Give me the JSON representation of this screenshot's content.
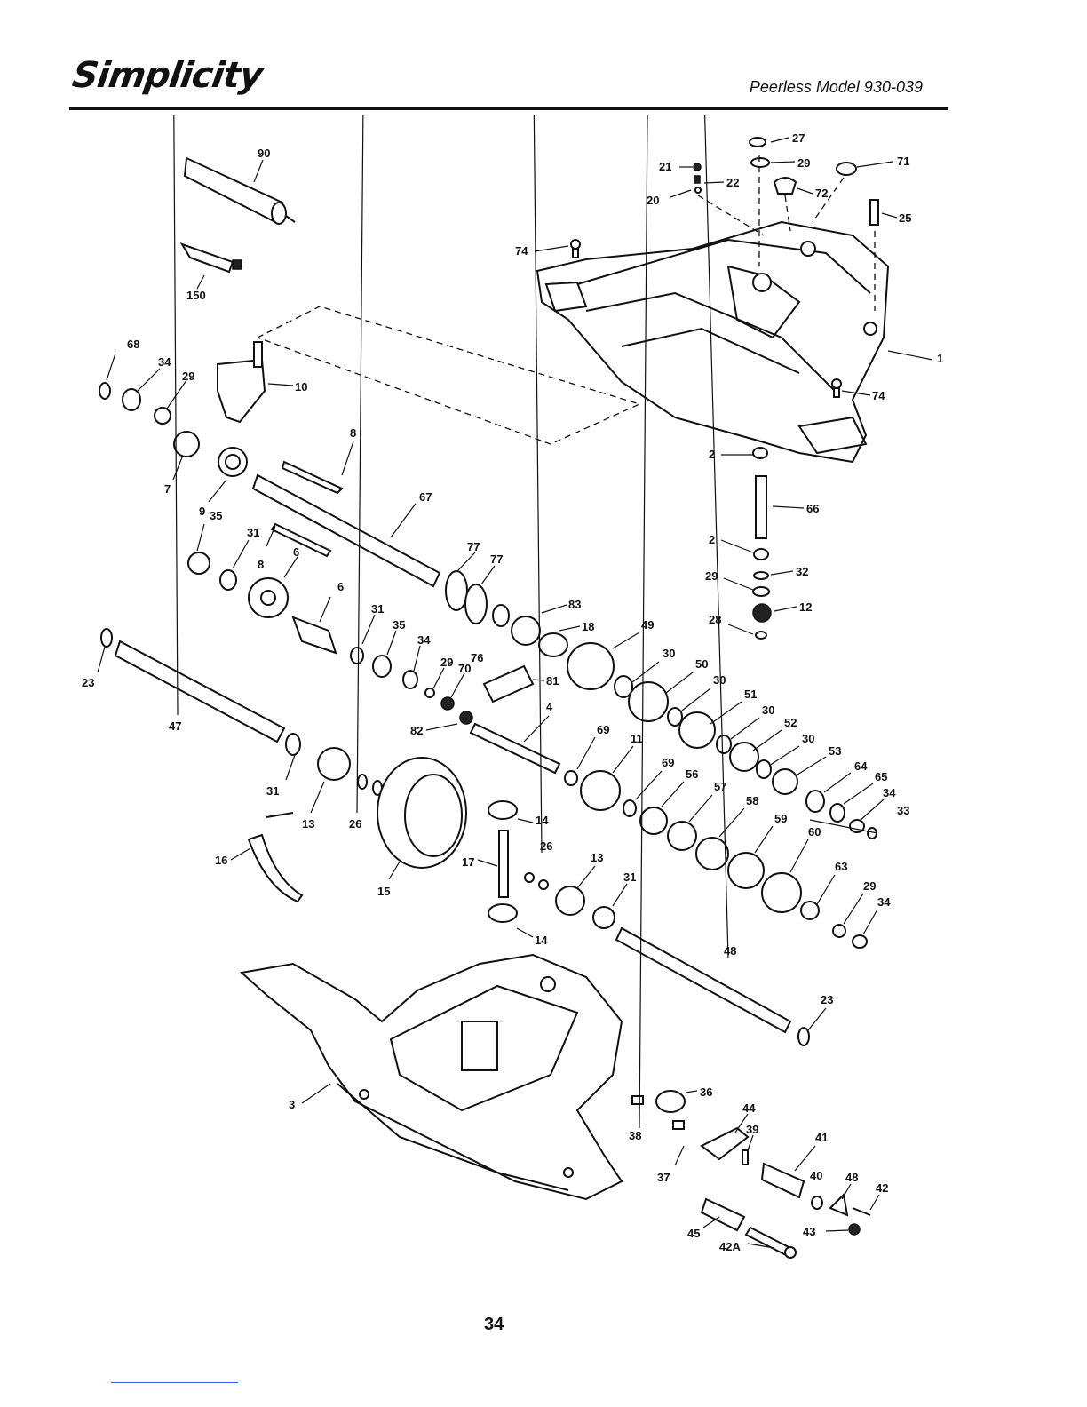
{
  "header": {
    "brand": "Simplicity",
    "model": "Peerless Model 930-039"
  },
  "labels": {
    "l90": "90",
    "l150": "150",
    "l68": "68",
    "l34a": "34",
    "l29a": "29",
    "l10": "10",
    "l8a": "8",
    "l7": "7",
    "l9": "9",
    "l35a": "35",
    "l31a": "31",
    "l8b": "8",
    "l6a": "6",
    "l67": "67",
    "l6b": "6",
    "l31b": "31",
    "l35b": "35",
    "l34b": "34",
    "l29b": "29",
    "l70": "70",
    "l76": "76",
    "l77a": "77",
    "l77b": "77",
    "l83": "83",
    "l18": "18",
    "l81": "81",
    "l82": "82",
    "l4": "4",
    "l23a": "23",
    "l47": "47",
    "l31c": "31",
    "l13a": "13",
    "l26a": "26",
    "l16": "16",
    "l15": "15",
    "l14a": "14",
    "l17": "17",
    "l26b": "26",
    "l13b": "13",
    "l31d": "31",
    "l14b": "14",
    "l49": "49",
    "l30a": "30",
    "l50": "50",
    "l30b": "30",
    "l51": "51",
    "l30c": "30",
    "l52": "52",
    "l30d": "30",
    "l53": "53",
    "l69a": "69",
    "l11": "11",
    "l69b": "69",
    "l56": "56",
    "l57": "57",
    "l58": "58",
    "l59": "59",
    "l60": "60",
    "l64": "64",
    "l65": "65",
    "l34c": "34",
    "l33": "33",
    "l63": "63",
    "l29c": "29",
    "l34d": "34",
    "l48a": "48",
    "l23b": "23",
    "l27": "27",
    "l21": "21",
    "l29d": "29",
    "l71": "71",
    "l22": "22",
    "l72": "72",
    "l20": "20",
    "l25": "25",
    "l74a": "74",
    "l1": "1",
    "l74b": "74",
    "l2a": "2",
    "l66": "66",
    "l2b": "2",
    "l32": "32",
    "l29e": "29",
    "l12": "12",
    "l28": "28",
    "l3": "3",
    "l36": "36",
    "l38": "38",
    "l44": "44",
    "l39": "39",
    "l37": "37",
    "l41": "41",
    "l40": "40",
    "l48b": "48",
    "l42": "42",
    "l43": "43",
    "l45": "45",
    "l42A": "42A"
  },
  "page_number": "34"
}
